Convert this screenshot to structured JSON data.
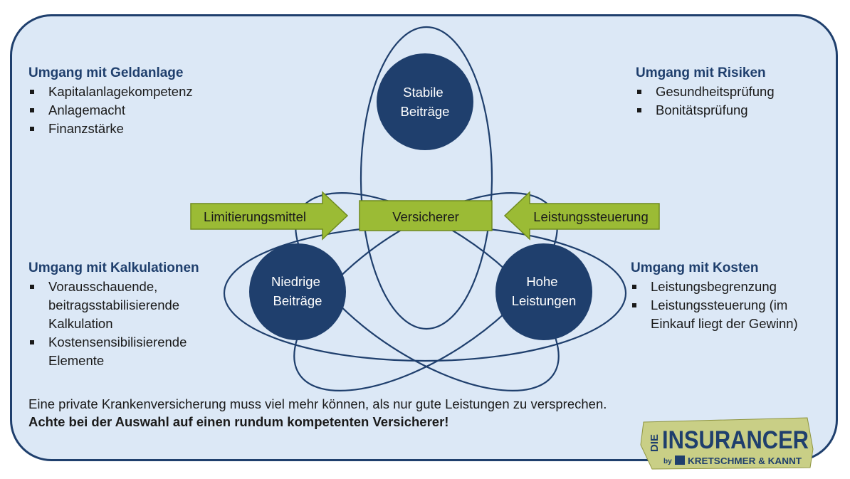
{
  "circles": {
    "top": {
      "line1": "Stabile",
      "line2": "Beiträge"
    },
    "left": {
      "line1": "Niedrige",
      "line2": "Beiträge"
    },
    "right": {
      "line1": "Hohe",
      "line2": "Leistungen"
    }
  },
  "arrows": {
    "left": "Limitierungsmittel",
    "center": "Versicherer",
    "right": "Leistungssteuerung"
  },
  "blocks": {
    "geldanlage": {
      "title": "Umgang mit Geldanlage",
      "items": [
        "Kapitalanlagekompetenz",
        "Anlagemacht",
        "Finanzstärke"
      ]
    },
    "risiken": {
      "title": "Umgang mit Risiken",
      "items": [
        "Gesundheitsprüfung",
        "Bonitätsprüfung"
      ]
    },
    "kalkulationen": {
      "title": "Umgang mit Kalkulationen",
      "items": [
        [
          "Vorausschauende,",
          "beitragsstabilisierende",
          "Kalkulation"
        ],
        [
          "Kostensensibilisierende",
          "Elemente"
        ]
      ]
    },
    "kosten": {
      "title": "Umgang mit Kosten",
      "items": [
        [
          "Leistungsbegrenzung"
        ],
        [
          "Leistungssteuerung (im",
          "Einkauf liegt der Gewinn)"
        ]
      ]
    }
  },
  "footer": {
    "line1": "Eine private Krankenversicherung muss viel mehr können, als nur gute Leistungen zu versprechen.",
    "line2": "Achte bei der Auswahl auf einen rundum kompetenten Versicherer!"
  },
  "logo": {
    "die": "DIE",
    "main": "INSURANCER",
    "by": "by",
    "brand": "KRETSCHMER & KANNT"
  },
  "colors": {
    "navy": "#1f3f6d",
    "panel": "#dce8f6",
    "green": "#9bbb35"
  }
}
